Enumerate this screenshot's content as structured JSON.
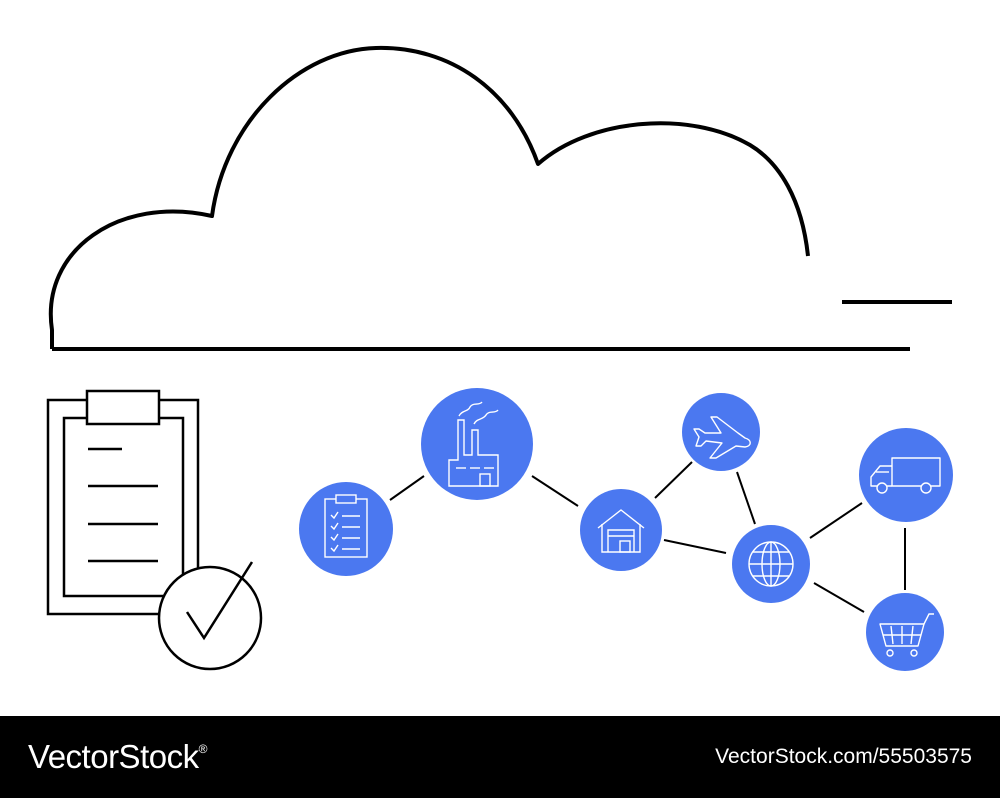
{
  "colors": {
    "node_fill": "#4b78f0",
    "stroke": "#000000",
    "footer_background": "#000000",
    "footer_text": "#ffffff",
    "background": "#ffffff"
  },
  "illustration": {
    "cloud": "cloud-outline",
    "clipboard": "clipboard-with-checkmark",
    "network_nodes": [
      {
        "icon": "checklist-icon"
      },
      {
        "icon": "factory-icon"
      },
      {
        "icon": "warehouse-icon"
      },
      {
        "icon": "airplane-icon"
      },
      {
        "icon": "globe-icon"
      },
      {
        "icon": "truck-icon"
      },
      {
        "icon": "shopping-cart-icon"
      }
    ]
  },
  "footer": {
    "brand": "VectorStock",
    "brand_trademark": "®",
    "image_id": "VectorStock.com/55503575"
  }
}
